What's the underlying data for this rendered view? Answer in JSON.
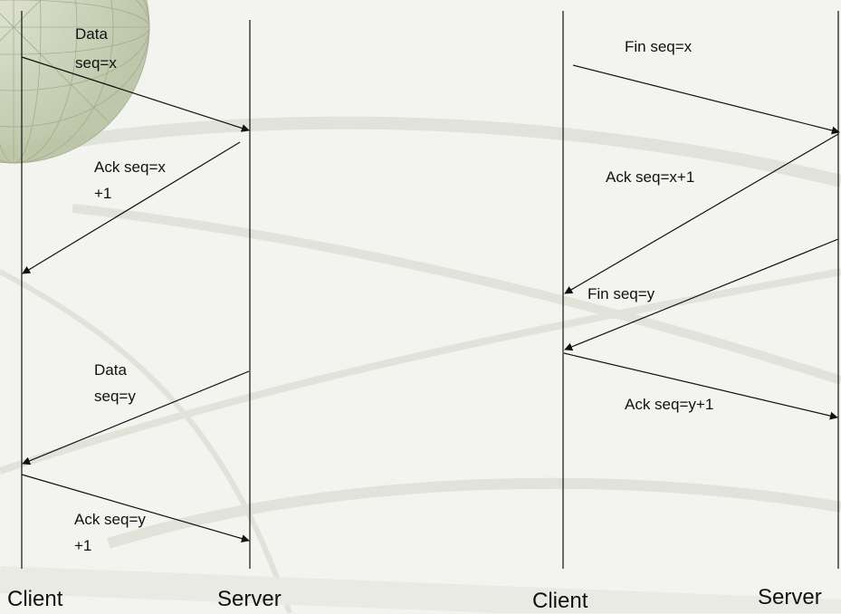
{
  "left_diagram": {
    "client_label": "Client",
    "server_label": "Server",
    "messages": [
      {
        "line1": "Data",
        "line2": "seq=x"
      },
      {
        "line1": "Ack seq=x",
        "line2": "+1"
      },
      {
        "line1": "Data",
        "line2": "seq=y"
      },
      {
        "line1": "Ack seq=y",
        "line2": "+1"
      }
    ]
  },
  "right_diagram": {
    "client_label": "Client",
    "server_label": "Server",
    "messages": [
      {
        "text": "Fin seq=x"
      },
      {
        "text": "Ack seq=x+1"
      },
      {
        "text": "Fin seq=y"
      },
      {
        "text": "Ack seq=y+1"
      }
    ]
  }
}
